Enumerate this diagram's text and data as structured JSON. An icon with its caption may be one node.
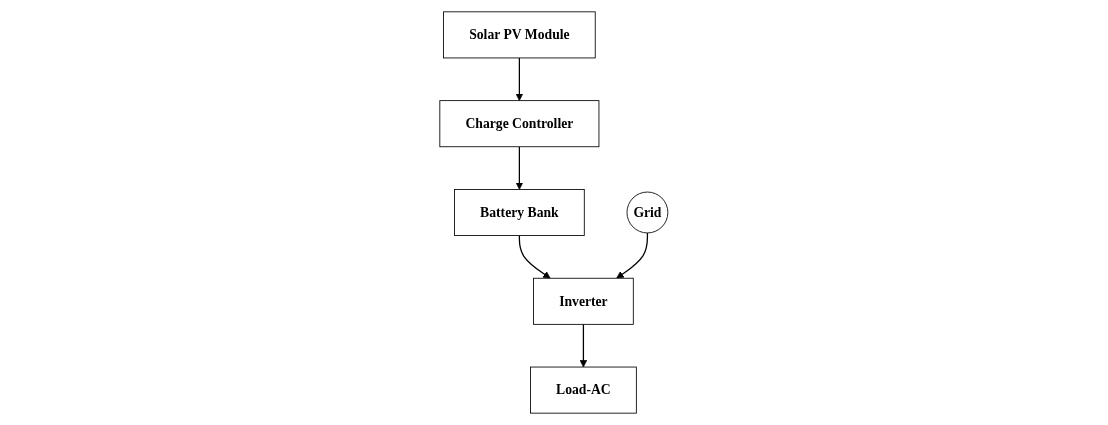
{
  "diagram": {
    "nodes": [
      {
        "text": [
          "Solar PV Module"
        ]
      },
      {
        "text": [
          "Charge Controller"
        ]
      },
      {
        "text": [
          "Battery Bank"
        ]
      },
      {
        "text": [
          "Grid"
        ]
      },
      {
        "text": [
          "Inverter"
        ]
      },
      {
        "text": [
          "Load-AC"
        ]
      }
    ],
    "edges": [
      {
        "from": 0,
        "to": 1,
        "arrow": "to"
      },
      {
        "from": 1,
        "to": 2,
        "arrow": "to"
      },
      {
        "from": 2,
        "to": 4,
        "arrow": "to"
      },
      {
        "from": 3,
        "to": 4,
        "arrow": "to"
      },
      {
        "from": 4,
        "to": 5,
        "arrow": "to"
      }
    ]
  }
}
